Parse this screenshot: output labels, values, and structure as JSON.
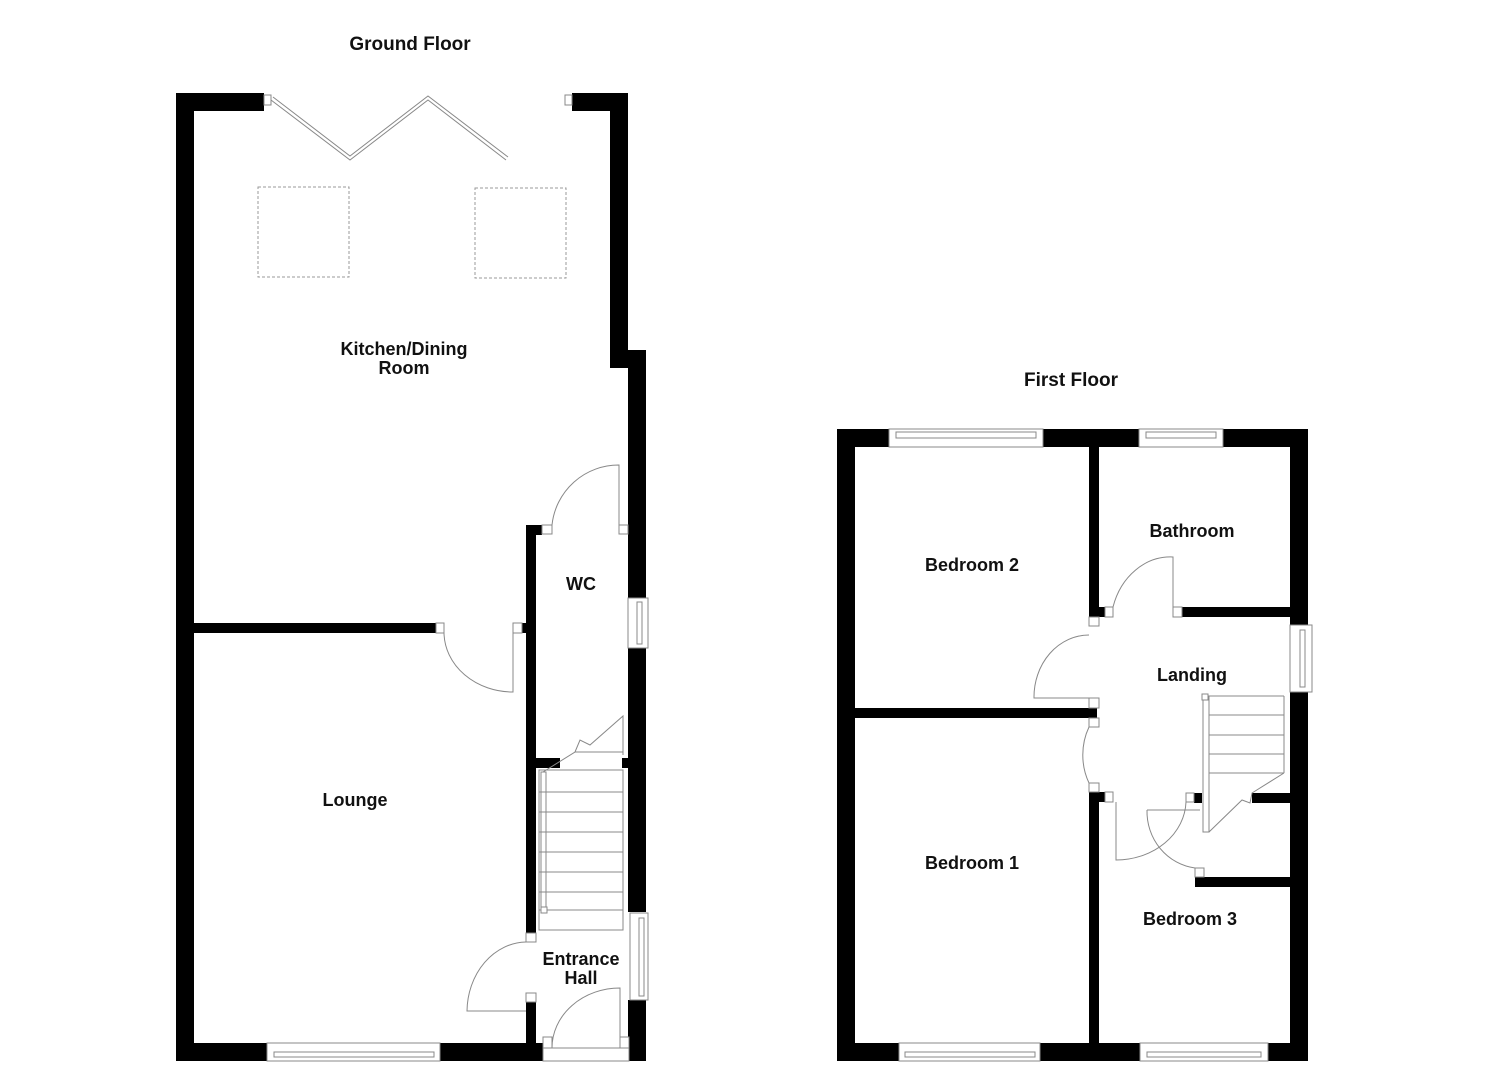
{
  "plan": {
    "colors": {
      "wall": "#000000",
      "fixture_line": "#888888",
      "background": "#ffffff",
      "text": "#111111"
    },
    "floors": [
      {
        "title": "Ground Floor",
        "rooms": [
          {
            "name": "Kitchen/Dining",
            "name2": "Room"
          },
          {
            "name": "WC"
          },
          {
            "name": "Lounge"
          },
          {
            "name": "Entrance",
            "name2": "Hall"
          }
        ],
        "features": [
          "bi-fold-doors",
          "roof-skylight",
          "roof-skylight",
          "staircase",
          "front-door"
        ]
      },
      {
        "title": "First Floor",
        "rooms": [
          {
            "name": "Bedroom 2"
          },
          {
            "name": "Bathroom"
          },
          {
            "name": "Landing"
          },
          {
            "name": "Bedroom 1"
          },
          {
            "name": "Bedroom 3"
          }
        ],
        "features": [
          "staircase"
        ]
      }
    ]
  }
}
